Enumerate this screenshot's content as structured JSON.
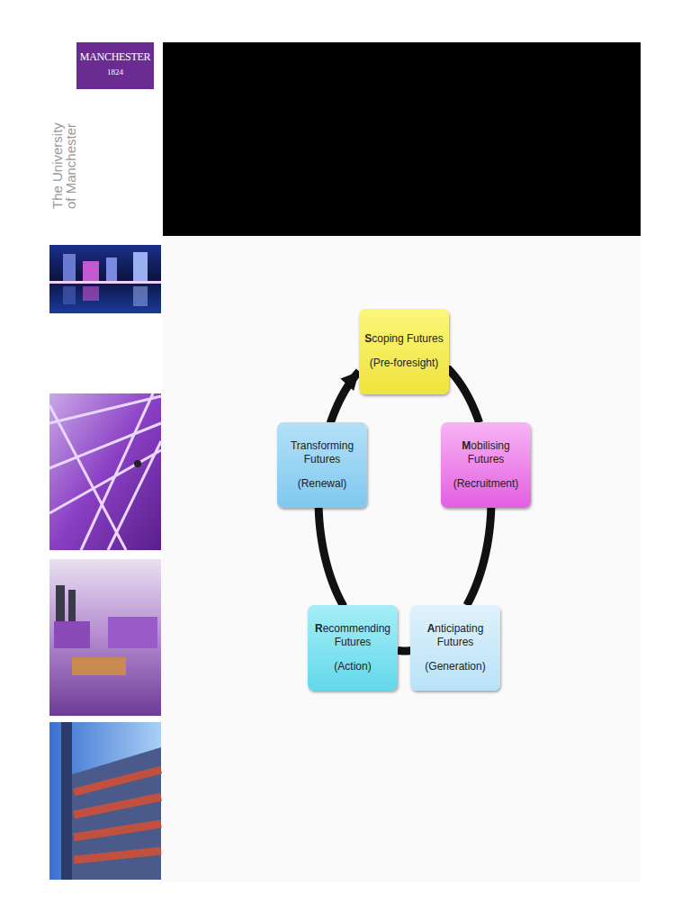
{
  "diagram": {
    "nodes": [
      {
        "text": [
          "Scoping Futures",
          "(Pre-foresight)"
        ]
      },
      {
        "text": [
          "Mobilising Futures",
          "(Recruitment)"
        ]
      },
      {
        "text": [
          "Anticipating Futures",
          "(Generation)"
        ]
      },
      {
        "text": [
          "Recommending Futures",
          "(Action)"
        ]
      },
      {
        "text": [
          "Transforming Futures",
          "(Renewal)"
        ]
      }
    ],
    "edges": [
      {
        "from": 0,
        "to": 1,
        "arrow": "none"
      },
      {
        "from": 1,
        "to": 2,
        "arrow": "none"
      },
      {
        "from": 2,
        "to": 3,
        "arrow": "none"
      },
      {
        "from": 3,
        "to": 4,
        "arrow": "none"
      },
      {
        "from": 4,
        "to": 0,
        "arrow": "to"
      }
    ],
    "labels": [
      "MANCHESTER",
      "1824",
      "The University of Manchester"
    ]
  }
}
